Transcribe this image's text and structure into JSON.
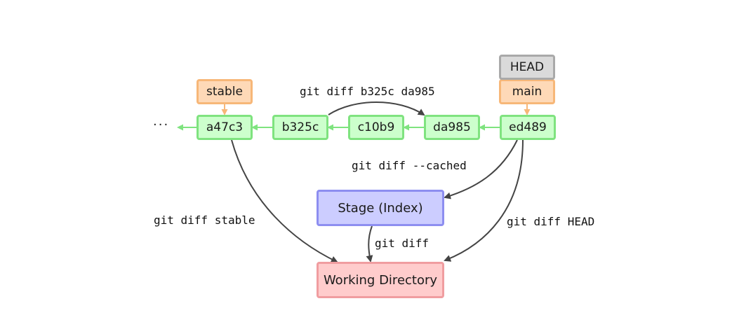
{
  "history": {
    "ellipsis": "···",
    "commits": [
      "a47c3",
      "b325c",
      "c10b9",
      "da985",
      "ed489"
    ]
  },
  "refs": {
    "head": "HEAD",
    "main": "main",
    "stable": "stable"
  },
  "areas": {
    "stage": "Stage (Index)",
    "working_directory": "Working Directory"
  },
  "commands": {
    "diff_commits": "git diff b325c da985",
    "diff_cached": "git diff --cached",
    "diff_stable": "git diff stable",
    "diff": "git diff",
    "diff_head": "git diff HEAD"
  },
  "colors": {
    "commit_fill": "#ccffcc",
    "commit_border": "#7fe37f",
    "branch_fill": "#fed9b7",
    "branch_border": "#f7b778",
    "head_fill": "#dadada",
    "head_border": "#a9a9a9",
    "stage_fill": "#cccdff",
    "stage_border": "#8d8ef0",
    "workdir_fill": "#ffcccc",
    "workdir_border": "#f09da0",
    "arrow": "#444444"
  }
}
